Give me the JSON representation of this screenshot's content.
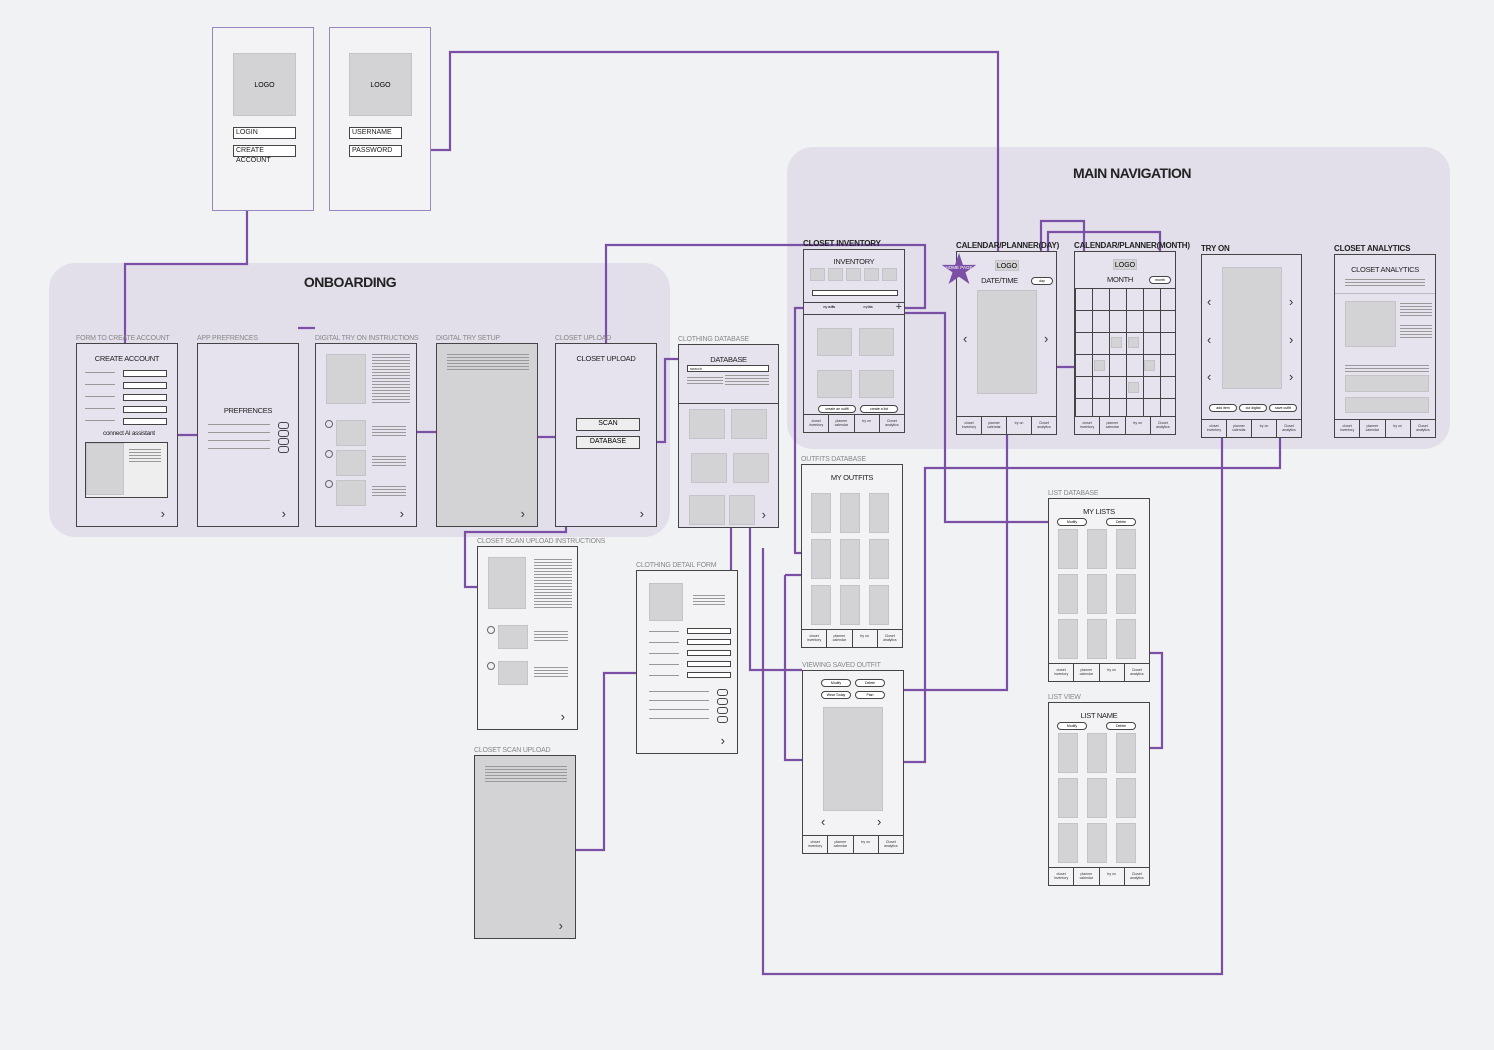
{
  "login_screens": [
    {
      "logo": "LOGO",
      "fields": [
        "LOGIN",
        "CREATE ACCOUNT"
      ]
    },
    {
      "logo": "LOGO",
      "fields": [
        "USERNAME",
        "PASSWORD"
      ]
    }
  ],
  "groups": {
    "onboarding": "ONBOARDING",
    "main_navigation": "MAIN NAVIGATION"
  },
  "frames": {
    "form_create_account": {
      "label": "FORM TO CREATE ACCOUNT",
      "title": "CREATE ACCOUNT",
      "ai": "connect AI assistant"
    },
    "app_prefrences": {
      "label": "APP PREFRENCES",
      "title": "PREFRENCES"
    },
    "try_on_instructions": {
      "label": "DIGITAL TRY ON INSTRUCTIONS"
    },
    "try_setup": {
      "label": "DIGITAL TRY SETUP"
    },
    "closet_upload": {
      "label": "CLOSET UPLOAD",
      "title": "CLOSET UPLOAD",
      "buttons": [
        "SCAN",
        "DATABASE"
      ]
    },
    "clothing_database": {
      "label": "CLOTHING DATABASE",
      "title": "DATABASE",
      "search": "search"
    },
    "closet_inventory": {
      "label": "CLOSET INVENTORY",
      "title": "INVENTORY",
      "tabs": [
        "my outfits",
        "my lists"
      ],
      "pills": [
        "create an outfit",
        "create a list"
      ]
    },
    "calendar_day": {
      "label": "CALENDAR/PLANNER(DAY)",
      "logo": "LOGO",
      "title": "DATE/TIME",
      "toggle": "day"
    },
    "calendar_month": {
      "label": "CALENDAR/PLANNER(MONTH)",
      "logo": "LOGO",
      "title": "MONTH",
      "toggle": "month"
    },
    "try_on": {
      "label": "TRY ON",
      "pills": [
        "add item",
        "cut digital",
        "save outfit"
      ]
    },
    "closet_analytics": {
      "label": "CLOSET ANALYTICS",
      "title": "CLOSET ANALYTICS"
    },
    "outfits_database": {
      "label": "OUTFITS DATABASE",
      "title": "MY OUTFITS"
    },
    "viewing_saved_outfit": {
      "label": "VIEWING SAVED OUTFIT",
      "pills": [
        "Modify",
        "Delete",
        "Wear Today",
        "Plan"
      ]
    },
    "list_database": {
      "label": "LIST DATABASE",
      "title": "MY LISTS",
      "pills": [
        "Modify",
        "Delete"
      ]
    },
    "list_view": {
      "label": "LIST VIEW",
      "title": "LIST NAME",
      "pills": [
        "Modify",
        "Delete"
      ]
    },
    "scan_instructions": {
      "label": "CLOSET SCAN UPLOAD INSTRUCTIONS"
    },
    "clothing_detail_form": {
      "label": "CLOTHING DETAIL FORM"
    },
    "closet_scan_upload": {
      "label": "CLOSET SCAN UPLOAD"
    }
  },
  "bottom_nav": [
    "closet inventory",
    "planner calendar",
    "try on",
    "Closet analytics"
  ],
  "home_badge": "HOME PAGE",
  "colors": {
    "wire": "#7b4fa6",
    "group": "#e2dfeb"
  }
}
